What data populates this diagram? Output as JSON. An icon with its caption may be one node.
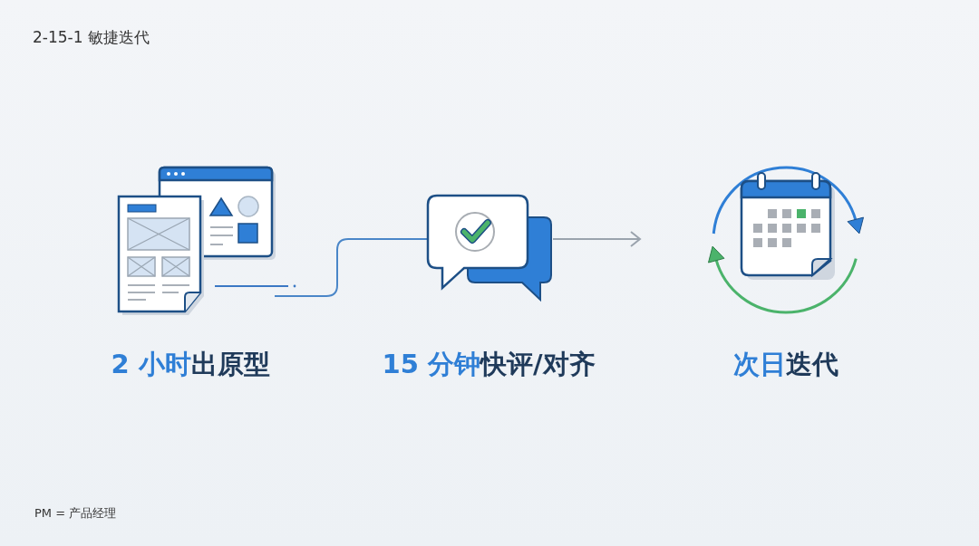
{
  "diagram": {
    "title": "2-15-1 敏捷迭代",
    "nodes": [
      {
        "text": [],
        "shape": "picture",
        "beside": [
          "2 小时",
          "出原型"
        ]
      },
      {
        "text": [],
        "shape": "picture",
        "beside": [
          "15 分钟",
          "快评/对齐"
        ]
      },
      {
        "text": [],
        "shape": "picture",
        "beside": [
          "次日",
          "迭代"
        ]
      }
    ],
    "edges": [
      {
        "from": 0,
        "to": 1,
        "arrow": "none",
        "color": "#4a86c8"
      },
      {
        "from": 1,
        "to": null,
        "arrow": "to"
      }
    ],
    "labels": [
      "PM = 产品经理"
    ]
  }
}
